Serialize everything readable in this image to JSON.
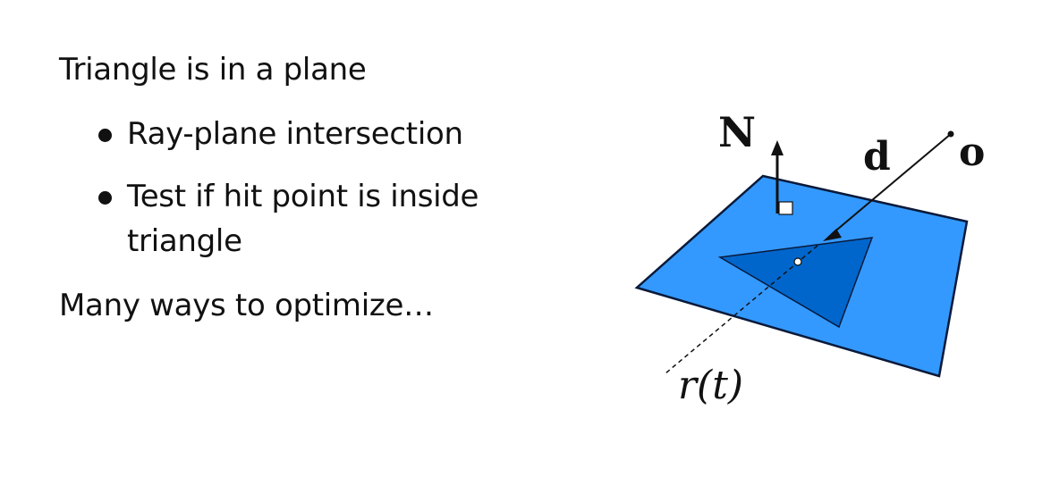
{
  "text": {
    "heading": "Triangle is in a plane",
    "bullets": [
      "Ray-plane intersection",
      "Test if hit point is inside",
      "triangle"
    ],
    "footer": "Many ways to optimize…"
  },
  "diagram": {
    "normal_label": "N",
    "direction_label": "d",
    "origin_label": "o",
    "ray_label": "r(t)",
    "colors": {
      "plane": "#3399ff",
      "triangle": "#0066cc",
      "outline": "#0a1a3a",
      "ink": "#111111"
    }
  }
}
